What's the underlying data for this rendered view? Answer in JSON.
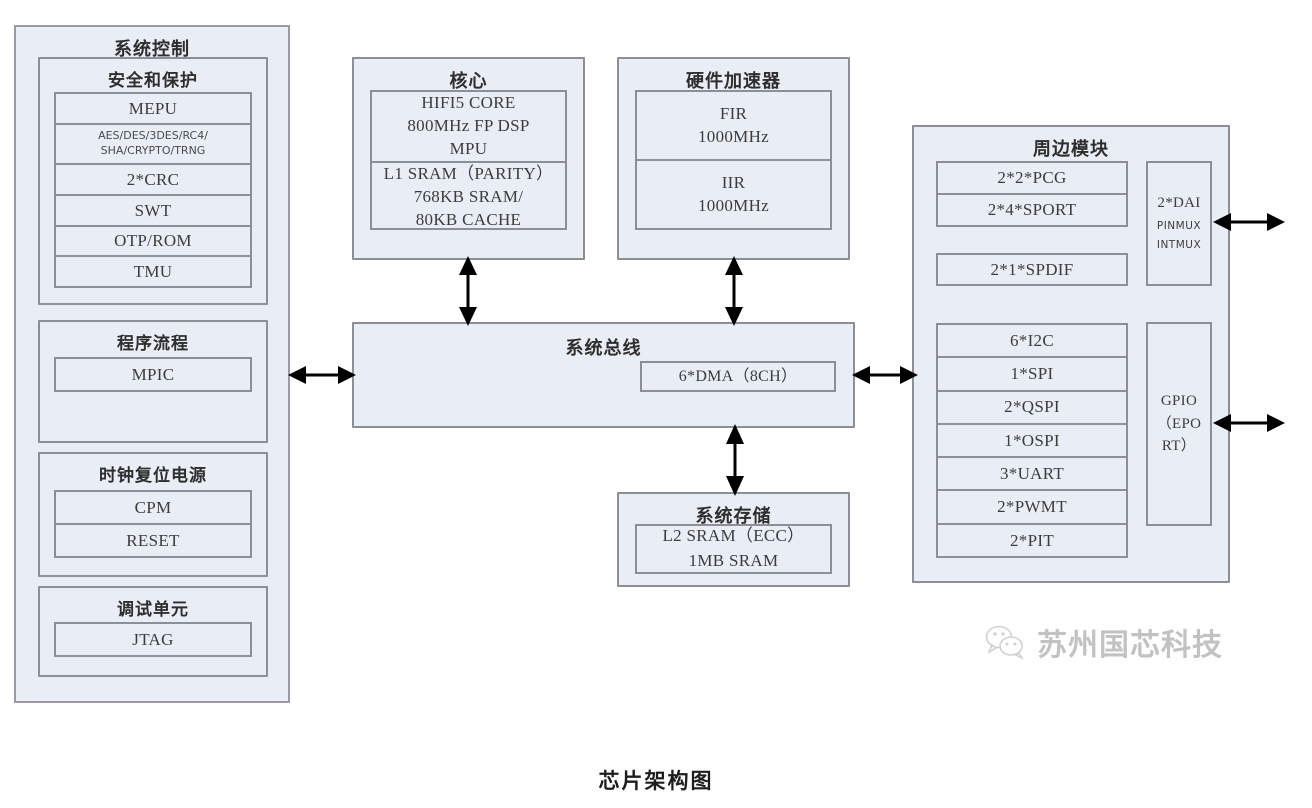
{
  "diagram": {
    "title": "芯片架构图",
    "colors": {
      "block_fill": "#e9edf5",
      "block_border": "#8e8e96",
      "arrow": "#000000",
      "page_background": "#ffffff",
      "title_text": "#1d1d1d",
      "watermark": "#9d9d9d"
    }
  },
  "system_control": {
    "title": "系统控制",
    "security": {
      "title": "安全和保护",
      "items": [
        "MEPU",
        "AES/DES/3DES/RC4/\nSHA/CRYPTO/TRNG",
        "2*CRC",
        "SWT",
        "OTP/ROM",
        "TMU"
      ]
    },
    "program_flow": {
      "title": "程序流程",
      "items": [
        "MPIC"
      ]
    },
    "clock_reset_power": {
      "title": "时钟复位电源",
      "items": [
        "CPM",
        "RESET"
      ]
    },
    "debug_unit": {
      "title": "调试单元",
      "items": [
        "JTAG"
      ]
    }
  },
  "core": {
    "title": "核心",
    "items": [
      "HIFI5 CORE\n800MHz FP DSP\nMPU",
      "L1 SRAM（PARITY）\n768KB SRAM/\n80KB CACHE"
    ]
  },
  "hardware_accelerator": {
    "title": "硬件加速器",
    "items": [
      "FIR\n1000MHz",
      "IIR\n1000MHz"
    ]
  },
  "system_bus": {
    "title": "系统总线",
    "dma": "6*DMA（8CH）"
  },
  "system_memory": {
    "title": "系统存储",
    "content": "L2 SRAM（ECC）\n1MB SRAM"
  },
  "peripheral_modules": {
    "title": "周边模块",
    "audio_group": [
      "2*2*PCG",
      "2*4*SPORT"
    ],
    "spdif_group": [
      "2*1*SPDIF"
    ],
    "serial_group": [
      "6*I2C",
      "1*SPI",
      "2*QSPI",
      "1*OSPI",
      "3*UART",
      "2*PWMT",
      "2*PIT"
    ],
    "dai": {
      "main": "2*DAI",
      "sub1": "PINMUX",
      "sub2": "INTMUX"
    },
    "gpio": "GPIO\n（EPO\nRT）"
  },
  "watermark": {
    "text": "苏州国芯科技",
    "icon": "wechat-icon"
  }
}
